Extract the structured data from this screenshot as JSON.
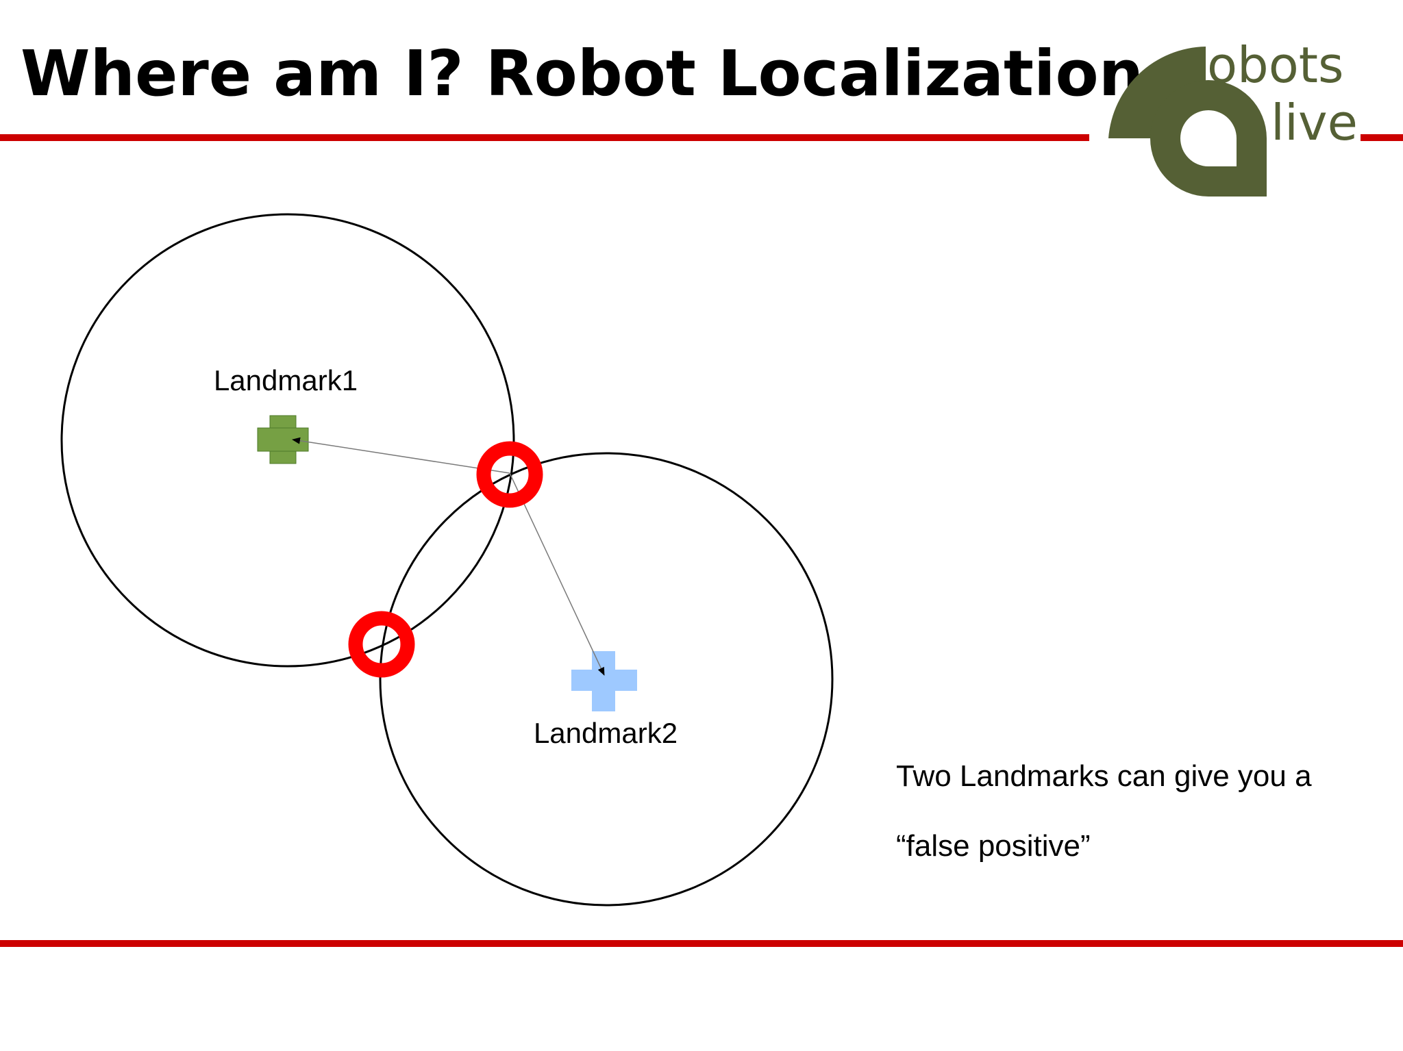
{
  "slide": {
    "title": "Where am I? Robot Localization"
  },
  "logo": {
    "word_top": "obots",
    "word_bottom": "live",
    "color": "#556035"
  },
  "diagram": {
    "landmarks": [
      {
        "label": "Landmark1",
        "color": "#76a044",
        "stroke": "#4e7a2a"
      },
      {
        "label": "Landmark2",
        "color": "#9ec9ff",
        "stroke": "#6e9fd6"
      }
    ]
  },
  "caption": {
    "line1": "Two Landmarks can give you a",
    "line2": "“false positive”"
  },
  "colors": {
    "accent_red": "#cc0000",
    "marker_red": "#ff0000",
    "text": "#000000"
  }
}
